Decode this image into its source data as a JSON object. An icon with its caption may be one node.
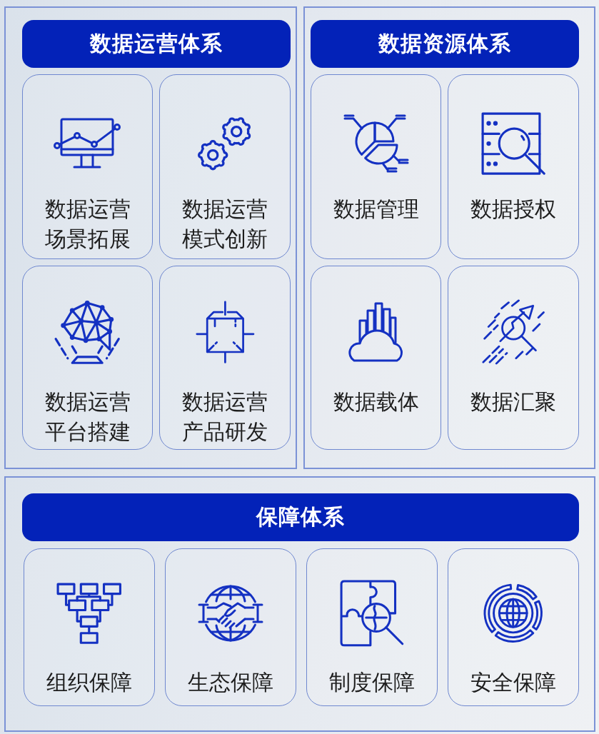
{
  "diagram": {
    "nodes": [
      {
        "text": [],
        "shape": "box"
      },
      {
        "text": [
          "数据运营体系"
        ],
        "in": 0
      },
      {
        "text": [
          "数据运营场景拓展"
        ],
        "in": 0
      },
      {
        "text": [
          "数据运营模式创新"
        ],
        "in": 0
      },
      {
        "text": [
          "数据运营平台搭建"
        ],
        "in": 0
      },
      {
        "text": [
          "数据运营产品研发"
        ],
        "in": 0
      },
      {
        "text": [],
        "shape": "box"
      },
      {
        "text": [
          "数据资源体系"
        ],
        "in": 6
      },
      {
        "text": [
          "数据管理"
        ],
        "in": 6
      },
      {
        "text": [
          "数据授权"
        ],
        "in": 6
      },
      {
        "text": [
          "数据载体"
        ],
        "in": 6
      },
      {
        "text": [
          "数据汇聚"
        ],
        "in": 6
      },
      {
        "text": [],
        "shape": "box"
      },
      {
        "text": [
          "保障体系"
        ],
        "in": 12
      },
      {
        "text": [
          "组织保障"
        ],
        "in": 12
      },
      {
        "text": [
          "生态保障"
        ],
        "in": 12
      },
      {
        "text": [
          "制度保障"
        ],
        "in": 12
      },
      {
        "text": [
          "安全保障"
        ],
        "in": 12
      }
    ]
  }
}
